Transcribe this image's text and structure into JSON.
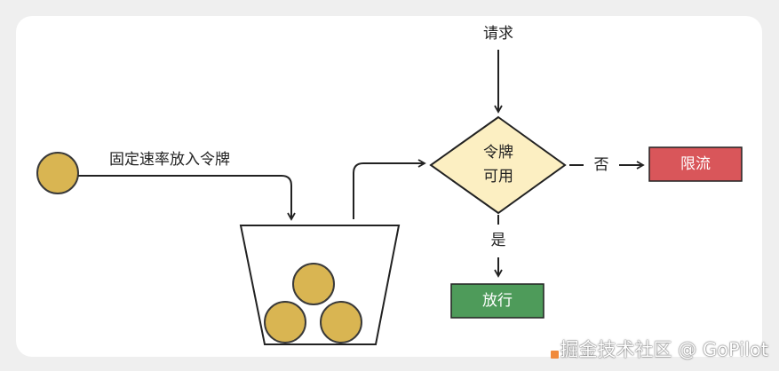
{
  "diagram": {
    "labels": {
      "rate_token": "固定速率放入令牌",
      "request": "请求",
      "decision_line1": "令牌",
      "decision_line2": "可用",
      "no": "否",
      "yes": "是",
      "reject": "限流",
      "pass": "放行"
    },
    "colors": {
      "token_fill": "#d9b552",
      "token_stroke": "#3a3a3a",
      "decision_fill": "#fcefc2",
      "reject_fill": "#d9565a",
      "pass_fill": "#4e9b5a",
      "line": "#222222"
    }
  },
  "watermark": {
    "text": "掘金技术社区 @ GoPilot"
  }
}
